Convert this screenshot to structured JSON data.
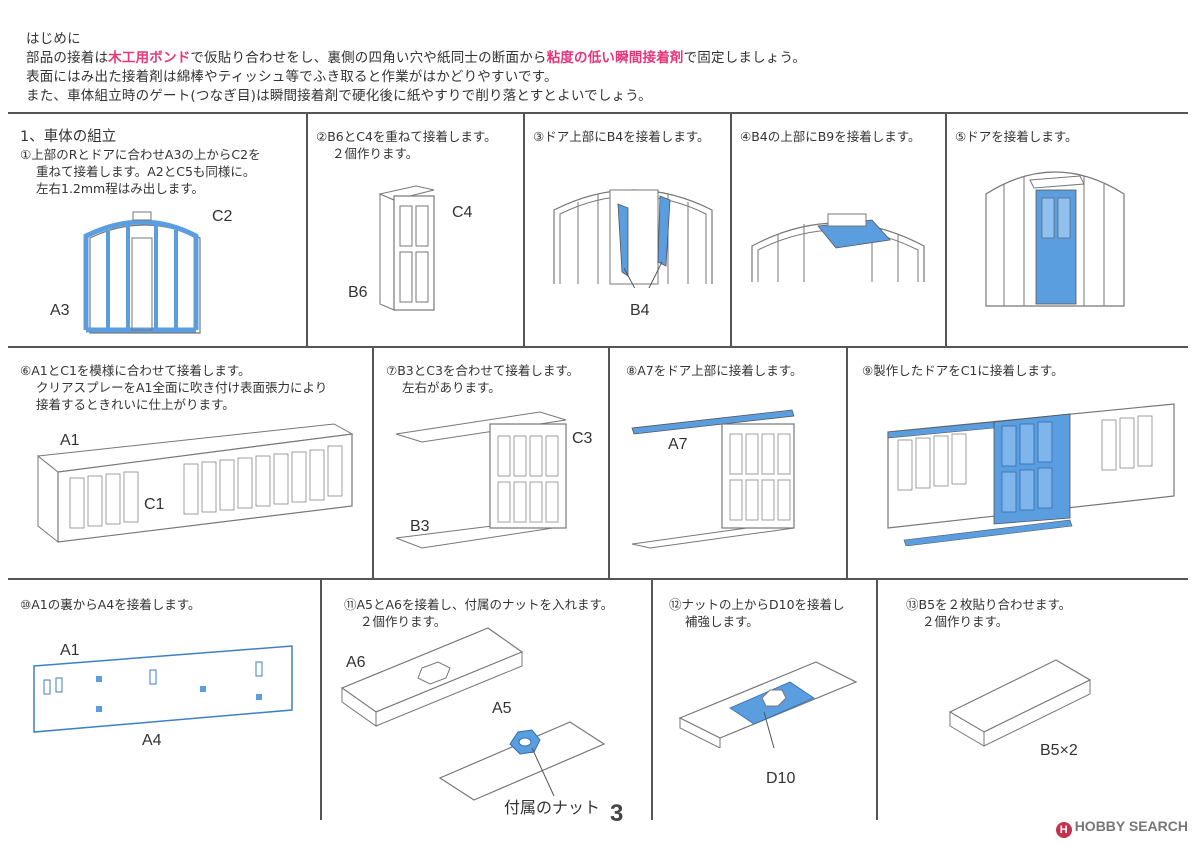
{
  "intro": {
    "heading": "はじめに",
    "line1_a": "部品の接着は",
    "line1_hl1": "木工用ボンド",
    "line1_b": "で仮貼り合わせをし、裏側の四角い穴や紙同士の断面から",
    "line1_hl2": "粘度の低い瞬間接着剤",
    "line1_c": "で固定しましょう。",
    "line2": "表面にはみ出た接着剤は綿棒やティッシュ等でふき取ると作業がはかどりやすいです。",
    "line3": "また、車体組立時のゲート(つなぎ目)は瞬間接着剤で硬化後に紙やすりで削り落とすとよいでしょう。"
  },
  "section_title": "1、車体の組立",
  "steps": {
    "s1": [
      "①上部のRとドアに合わせA3の上からC2を",
      "重ねて接着します。A2とC5も同様に。",
      "左右1.2mm程はみ出します。"
    ],
    "s2": [
      "②B6とC4を重ねて接着します。",
      "２個作ります。"
    ],
    "s3": [
      "③ドア上部にB4を接着します。"
    ],
    "s4": [
      "④B4の上部にB9を接着します。"
    ],
    "s5": [
      "⑤ドアを接着します。"
    ],
    "s6": [
      "⑥A1とC1を模様に合わせて接着します。",
      "クリアスプレーをA1全面に吹き付け表面張力により",
      "接着するときれいに仕上がります。"
    ],
    "s7": [
      "⑦B3とC3を合わせて接着します。",
      "左右があります。"
    ],
    "s8": [
      "⑧A7をドア上部に接着します。"
    ],
    "s9": [
      "⑨製作したドアをC1に接着します。"
    ],
    "s10": [
      "⑩A1の裏からA4を接着します。"
    ],
    "s11": [
      "⑪A5とA6を接着し、付属のナットを入れます。",
      "２個作ります。"
    ],
    "s12": [
      "⑫ナットの上からD10を接着し",
      "補強します。"
    ],
    "s13": [
      "⑬B5を２枚貼り合わせます。",
      "２個作ります。"
    ]
  },
  "labels": {
    "c2": "C2",
    "a3": "A3",
    "c4": "C4",
    "b6": "B6",
    "b4": "B4",
    "a1_6": "A1",
    "c1": "C1",
    "c3": "C3",
    "b3": "B3",
    "a7": "A7",
    "a1_10": "A1",
    "a4": "A4",
    "a6": "A6",
    "a5": "A5",
    "nut": "付属のナット",
    "d10": "D10",
    "b5": "B5×2"
  },
  "page_number": "3",
  "watermark": "HOBBY SEARCH",
  "watermark_mark": "H",
  "colors": {
    "highlight": "#e8357a",
    "part_blue": "#5b9ee0",
    "line": "#555555"
  }
}
